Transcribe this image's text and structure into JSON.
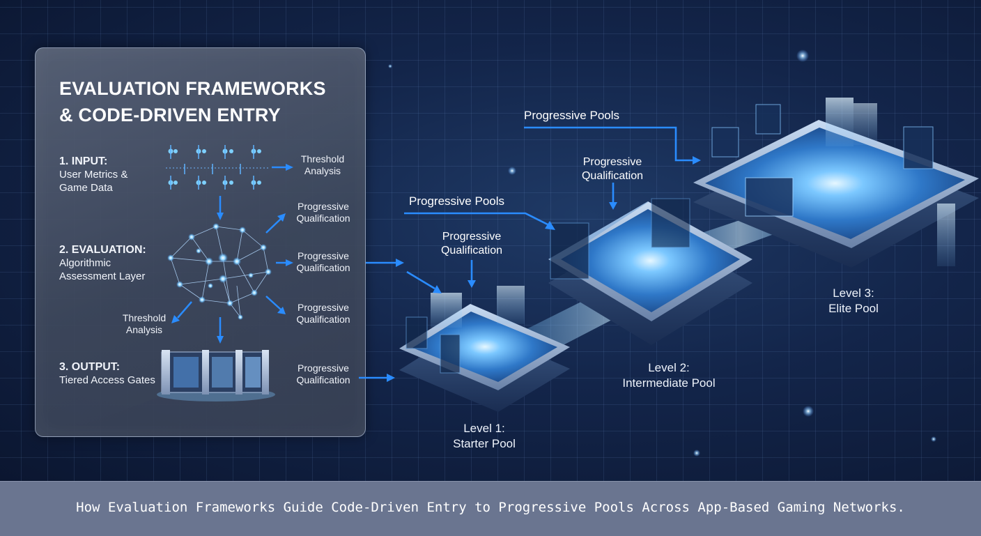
{
  "panel": {
    "title_line1": "EVALUATION FRAMEWORKS",
    "title_line2": "& CODE-DRIVEN ENTRY",
    "input_head": "1. INPUT:",
    "input_line1": "User Metrics &",
    "input_line2": "Game Data",
    "eval_head": "2. EVALUATION:",
    "eval_line1": "Algorithmic",
    "eval_line2": "Assessment Layer",
    "output_head": "3. OUTPUT:",
    "output_line1": "Tiered Access Gates",
    "threshold_top_1": "Threshold",
    "threshold_top_2": "Analysis",
    "threshold_left_1": "Threshold",
    "threshold_left_2": "Analysis",
    "pq1_1": "Progressive",
    "pq1_2": "Qualification",
    "pq2_1": "Progressive",
    "pq2_2": "Qualification",
    "pq3_1": "Progressive",
    "pq3_2": "Qualification",
    "pq4_1": "Progressive",
    "pq4_2": "Qualification"
  },
  "flow": {
    "pools_label_a": "Progressive Pools",
    "pools_label_b": "Progressive Pools",
    "qual_a_1": "Progressive",
    "qual_a_2": "Qualification",
    "qual_b_1": "Progressive",
    "qual_b_2": "Qualification"
  },
  "levels": {
    "l1_a": "Level 1:",
    "l1_b": "Starter Pool",
    "l2_a": "Level 2:",
    "l2_b": "Intermediate Pool",
    "l3_a": "Level 3:",
    "l3_b": "Elite Pool"
  },
  "caption": "How Evaluation Frameworks Guide Code-Driven Entry to Progressive Pools Across App-Based Gaming Networks.",
  "colors": {
    "accent": "#2a8cff",
    "glow": "#8fd4ff",
    "panel": "#4a5570",
    "footer": "#6a7590"
  }
}
